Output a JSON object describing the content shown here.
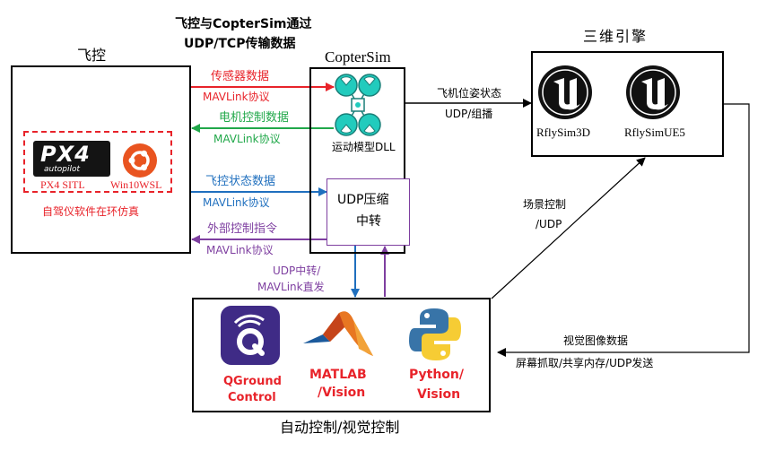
{
  "header": {
    "line1": "飞控与CopterSim通过",
    "line2": "UDP/TCP传输数据"
  },
  "flight_controller": {
    "title": "飞控",
    "px4_logo_text": "PX4",
    "px4_logo_sub": "autopilot",
    "px4_label": "PX4 SITL",
    "win_label": "Win10WSL",
    "sim_label": "自驾仪软件在环仿真"
  },
  "coptersim": {
    "title": "CopterSim",
    "model_label": "运动模型DLL",
    "udp_line1": "UDP压缩",
    "udp_line2": "中转"
  },
  "engine": {
    "title": "三维引擎",
    "item1": "RflySim3D",
    "item2": "RflySimUE5"
  },
  "auto_control": {
    "title": "自动控制/视觉控制",
    "qgc_line1": "QGround",
    "qgc_line2": "Control",
    "matlab_line1": "MATLAB",
    "matlab_line2": "/Vision",
    "python_line1": "Python/",
    "python_line2": "Vision"
  },
  "links": {
    "sensor": "传感器数据",
    "sensor_proto": "MAVLink协议",
    "motor": "电机控制数据",
    "motor_proto": "MAVLink协议",
    "state": "飞控状态数据",
    "state_proto": "MAVLink协议",
    "external": "外部控制指令",
    "external_proto": "MAVLink协议",
    "pose": "飞机位姿状态",
    "pose_proto": "UDP/组播",
    "relay": "UDP中转/",
    "relay_proto": "MAVLink直发",
    "scene": "场景控制",
    "scene_proto": "/UDP",
    "image": "视觉图像数据",
    "image_proto": "屏幕抓取/共享内存/UDP发送"
  },
  "colors": {
    "red": "#e8232a",
    "green": "#21a84a",
    "blue": "#1f6fbe",
    "purple": "#7e3fa0",
    "teal": "#22cbbd",
    "black": "#000000"
  }
}
